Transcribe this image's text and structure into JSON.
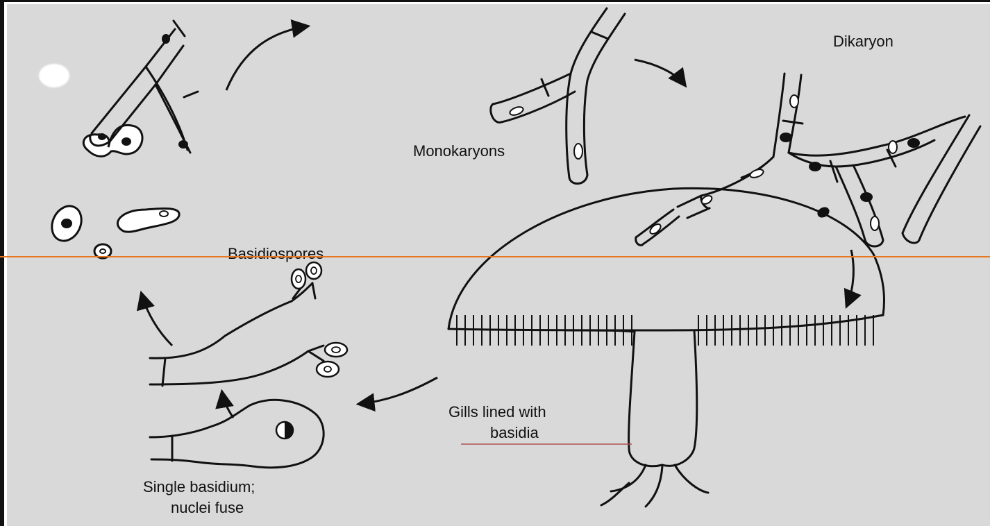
{
  "labels": {
    "dikaryon": "Dikaryon",
    "monokaryons": "Monokaryons",
    "basidiospores": "Basidiospores",
    "gills_line1": "Gills lined with",
    "gills_line2": "basidia",
    "single_line1": "Single basidium;",
    "single_line2": "nuclei fuse"
  },
  "colors": {
    "background": "#d9d9d9",
    "ink": "#111111",
    "divider": "#e87722"
  }
}
